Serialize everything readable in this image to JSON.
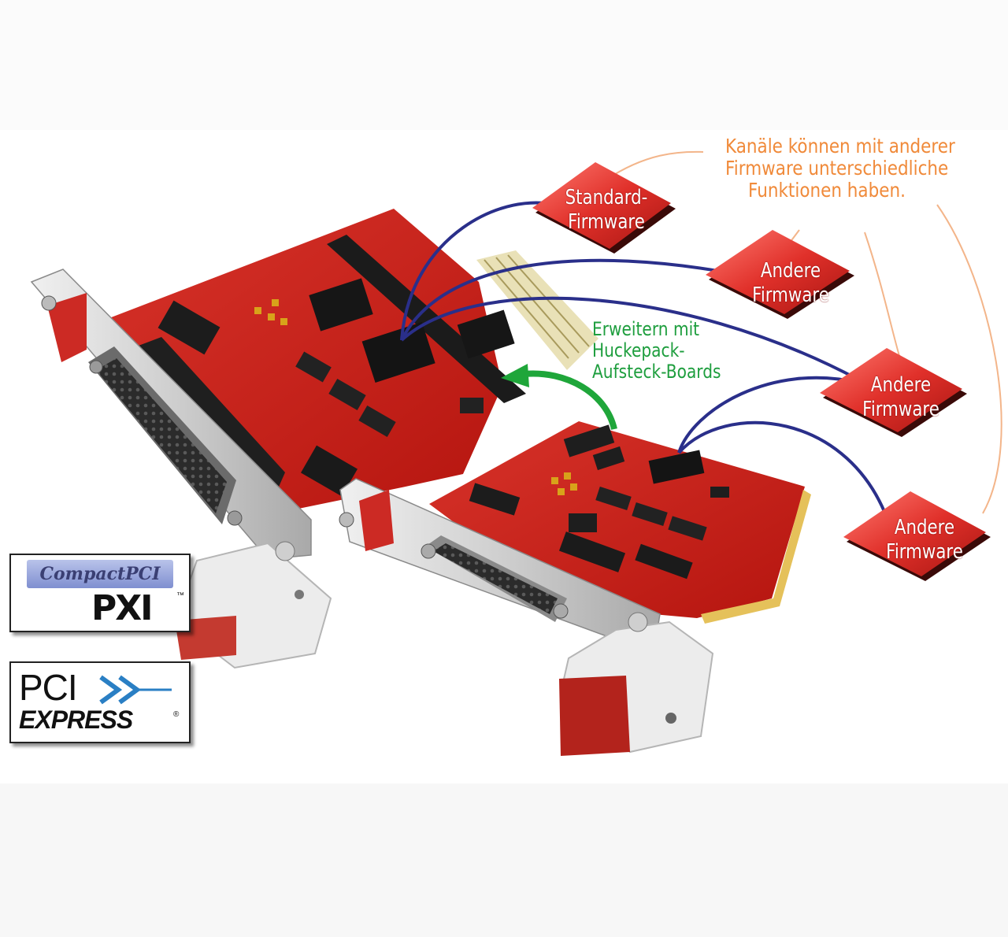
{
  "callouts": {
    "orange_lines": [
      "Kanäle können mit anderer",
      "Firmware unterschiedliche",
      "Funktionen haben."
    ],
    "green_lines": [
      "Erweitern mit",
      "Huckepack-",
      "Aufsteck-Boards"
    ]
  },
  "chips": [
    {
      "lines": [
        "Standard-",
        "Firmware"
      ]
    },
    {
      "lines": [
        "Andere",
        "Firmware"
      ]
    },
    {
      "lines": [
        "Andere",
        "Firmware"
      ]
    },
    {
      "lines": [
        "Andere",
        "Firmware"
      ]
    }
  ],
  "logos": {
    "pxi_top": "CompactPCI",
    "pxi_main": "PXI",
    "pxi_tm": "™",
    "pcie_pci": "PCI",
    "pcie_express": "EXPRESS",
    "pcie_reg": "®"
  },
  "colors": {
    "board_red": "#c8201c",
    "orange_text": "#f08a3a",
    "green_text": "#1e9e3e",
    "wire_blue": "#2a2f8a",
    "chip_red": "#e23b32",
    "bracket_gray": "#d4d4d4"
  }
}
